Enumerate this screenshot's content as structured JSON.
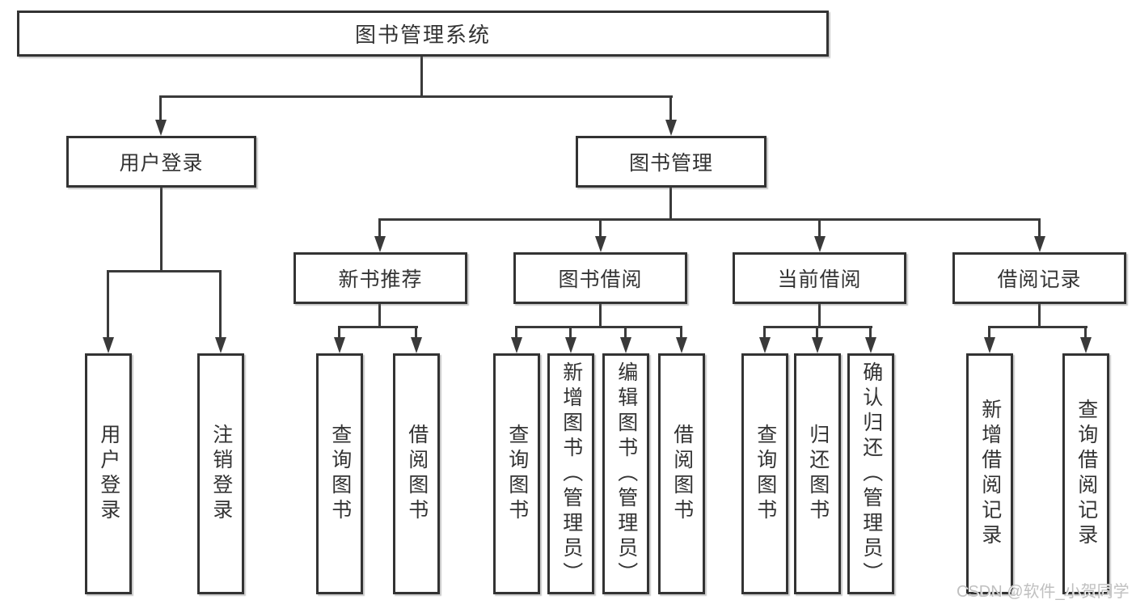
{
  "diagram": {
    "title": "图书管理系统",
    "level2": [
      "用户登录",
      "图书管理"
    ],
    "level3": [
      "新书推荐",
      "图书借阅",
      "当前借阅",
      "借阅记录"
    ],
    "leaves": [
      "用户登录",
      "注销登录",
      "查询图书",
      "借阅图书",
      "查询图书",
      "新增图书（管理员）",
      "编辑图书（管理员）",
      "借阅图书",
      "查询图书",
      "归还图书",
      "确认归还（管理员）",
      "新增借阅记录",
      "查询借阅记录"
    ]
  },
  "watermark": "CSDN @软件_小贺同学",
  "colors": {
    "line": "#3a3a3a",
    "box_border": "#333333",
    "text": "#333333",
    "background": "#ffffff",
    "watermark": "#c0c0c0"
  }
}
